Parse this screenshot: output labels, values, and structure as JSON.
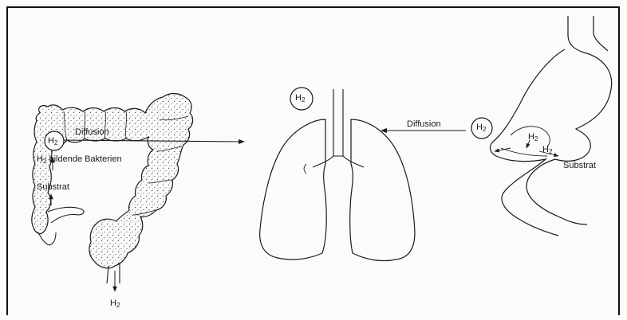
{
  "labels": {
    "h2_colon_circle": "H",
    "h2_colon_circle_sub": "2",
    "diffusion_left": "Diffusion",
    "bacteria_h": "H",
    "bacteria_sub": "2",
    "bacteria_rest": " bildende Bakterien",
    "substrat_left": "Substrat",
    "h2_bottom": "H",
    "h2_bottom_sub": "2",
    "h2_lung_circle": "H",
    "h2_lung_circle_sub": "2",
    "diffusion_right": "Diffusion",
    "h2_stomach_circle": "H",
    "h2_stomach_circle_sub": "2",
    "h2_small_a": "H",
    "h2_small_a_sub": "2",
    "h2_small_b": "H",
    "h2_small_b_sub": "2",
    "substrat_right": "Substrat"
  },
  "colors": {
    "ink": "#1a1a1a",
    "paper": "#fbfbf9",
    "stipple": "#555555"
  }
}
